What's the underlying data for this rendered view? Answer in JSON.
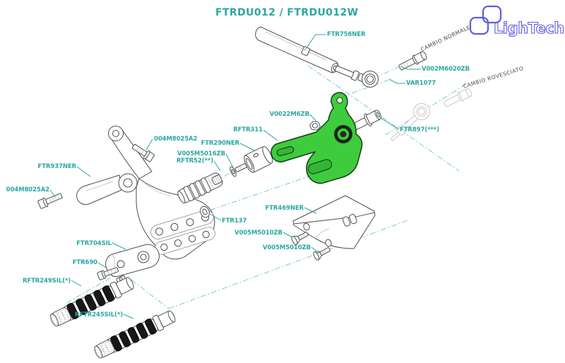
{
  "title": "FTRDU012 / FTRDU012W",
  "logo": {
    "text": "LighTech"
  },
  "annotations": {
    "normal": "CAMBIO NORMALE",
    "reversed": "CAMBIO ROVESCIATO"
  },
  "colors": {
    "accent_teal": "#2aa7a1",
    "highlight_green": "#3ecb3e",
    "logo_blue": "#5d5de0",
    "line_gray": "#4d4d4d"
  },
  "parts": [
    {
      "label": "FTR756NER"
    },
    {
      "label": "V002M6020ZB"
    },
    {
      "label": "VAR1077"
    },
    {
      "label": "FTR897(***)"
    },
    {
      "label": "V0022M6ZB"
    },
    {
      "label": "RFTR311"
    },
    {
      "label": "FTR290NER"
    },
    {
      "label": "V005M5016ZB"
    },
    {
      "label": "RFTR52(**)"
    },
    {
      "label": "004M8025A2"
    },
    {
      "label": "004M8025A2"
    },
    {
      "label": "FTR937NER"
    },
    {
      "label": "FTR137"
    },
    {
      "label": "FTR704SIL"
    },
    {
      "label": "FTR690"
    },
    {
      "label": "RFTR249SIL(*)"
    },
    {
      "label": "RFTR245SIL(*)"
    },
    {
      "label": "FTR469NER"
    },
    {
      "label": "V005M5010ZB"
    },
    {
      "label": "V005M5010ZB"
    }
  ]
}
